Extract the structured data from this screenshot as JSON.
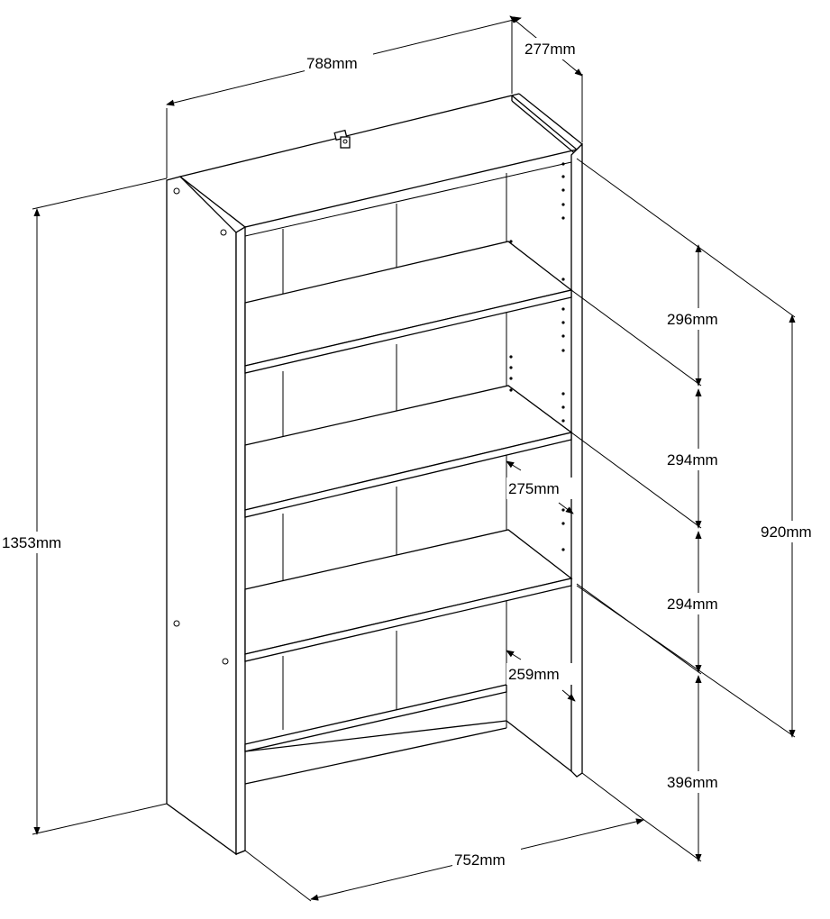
{
  "dimensions": {
    "top_width": "788mm",
    "depth": "277mm",
    "total_height": "1353mm",
    "shelf_1": "296mm",
    "shelf_2": "294mm",
    "shelf_3": "294mm",
    "bottom_space": "396mm",
    "adjustable_range": "920mm",
    "shelf_depth_upper": "275mm",
    "shelf_depth_lower": "259mm",
    "inner_width": "752mm"
  }
}
